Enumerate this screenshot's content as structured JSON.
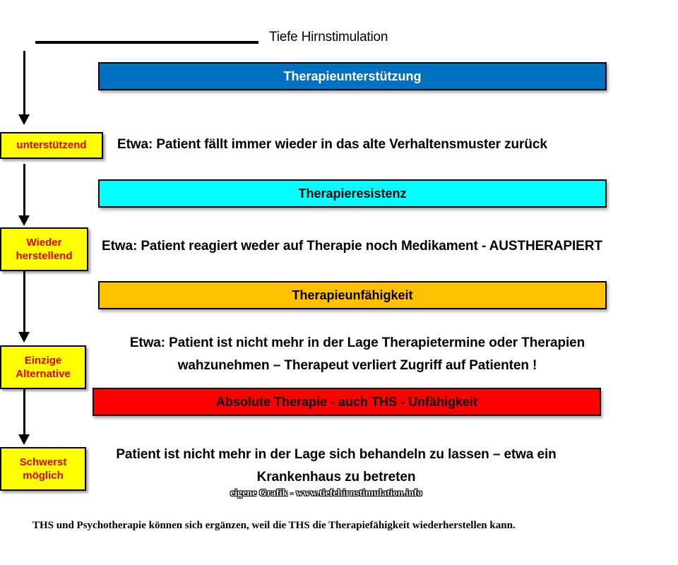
{
  "title": "Tiefe Hirnstimulation",
  "bars": [
    {
      "label": "Therapieunterstützung",
      "fill": "#0070c0",
      "text_color": "#ffffff"
    },
    {
      "label": "Therapieresistenz",
      "fill": "#00ffff",
      "text_color": "#000000"
    },
    {
      "label": "Therapieunfähigkeit",
      "fill": "#ffc000",
      "text_color": "#000000"
    },
    {
      "label": "Absolute Therapie  - auch THS - Unfähigkeit",
      "fill": "#ff0000",
      "text_color": "#000000"
    }
  ],
  "steps": [
    {
      "label": "unterstützend",
      "description": "Etwa: Patient fällt immer wieder in  das alte Verhaltensmuster zurück"
    },
    {
      "label_line1": "Wieder",
      "label_line2": "herstellend",
      "description": "Etwa: Patient reagiert weder auf Therapie  noch Medikament - AUSTHERAPIERT"
    },
    {
      "label_line1": "Einzige",
      "label_line2": "Alternative",
      "description_line1": "Etwa: Patient ist nicht mehr in der Lage Therapietermine  oder Therapien",
      "description_line2": "wahzunehmen – Therapeut verliert Zugriff auf Patienten !"
    },
    {
      "label_line1": "Schwerst",
      "label_line2": "möglich",
      "description_line1": "Patient ist nicht mehr in der Lage sich behandeln zu lassen – etwa ein",
      "description_line2": "Krankenhaus zu betreten"
    }
  ],
  "credit": "eigene Grafik - www.tiefehirnstimulation.info",
  "footer": "THS und Psychotherapie können sich ergänzen, weil die THS die Therapiefähigkeit wiederherstellen kann.",
  "colors": {
    "side_box_fill": "#ffff00",
    "side_box_text": "#e00000"
  }
}
